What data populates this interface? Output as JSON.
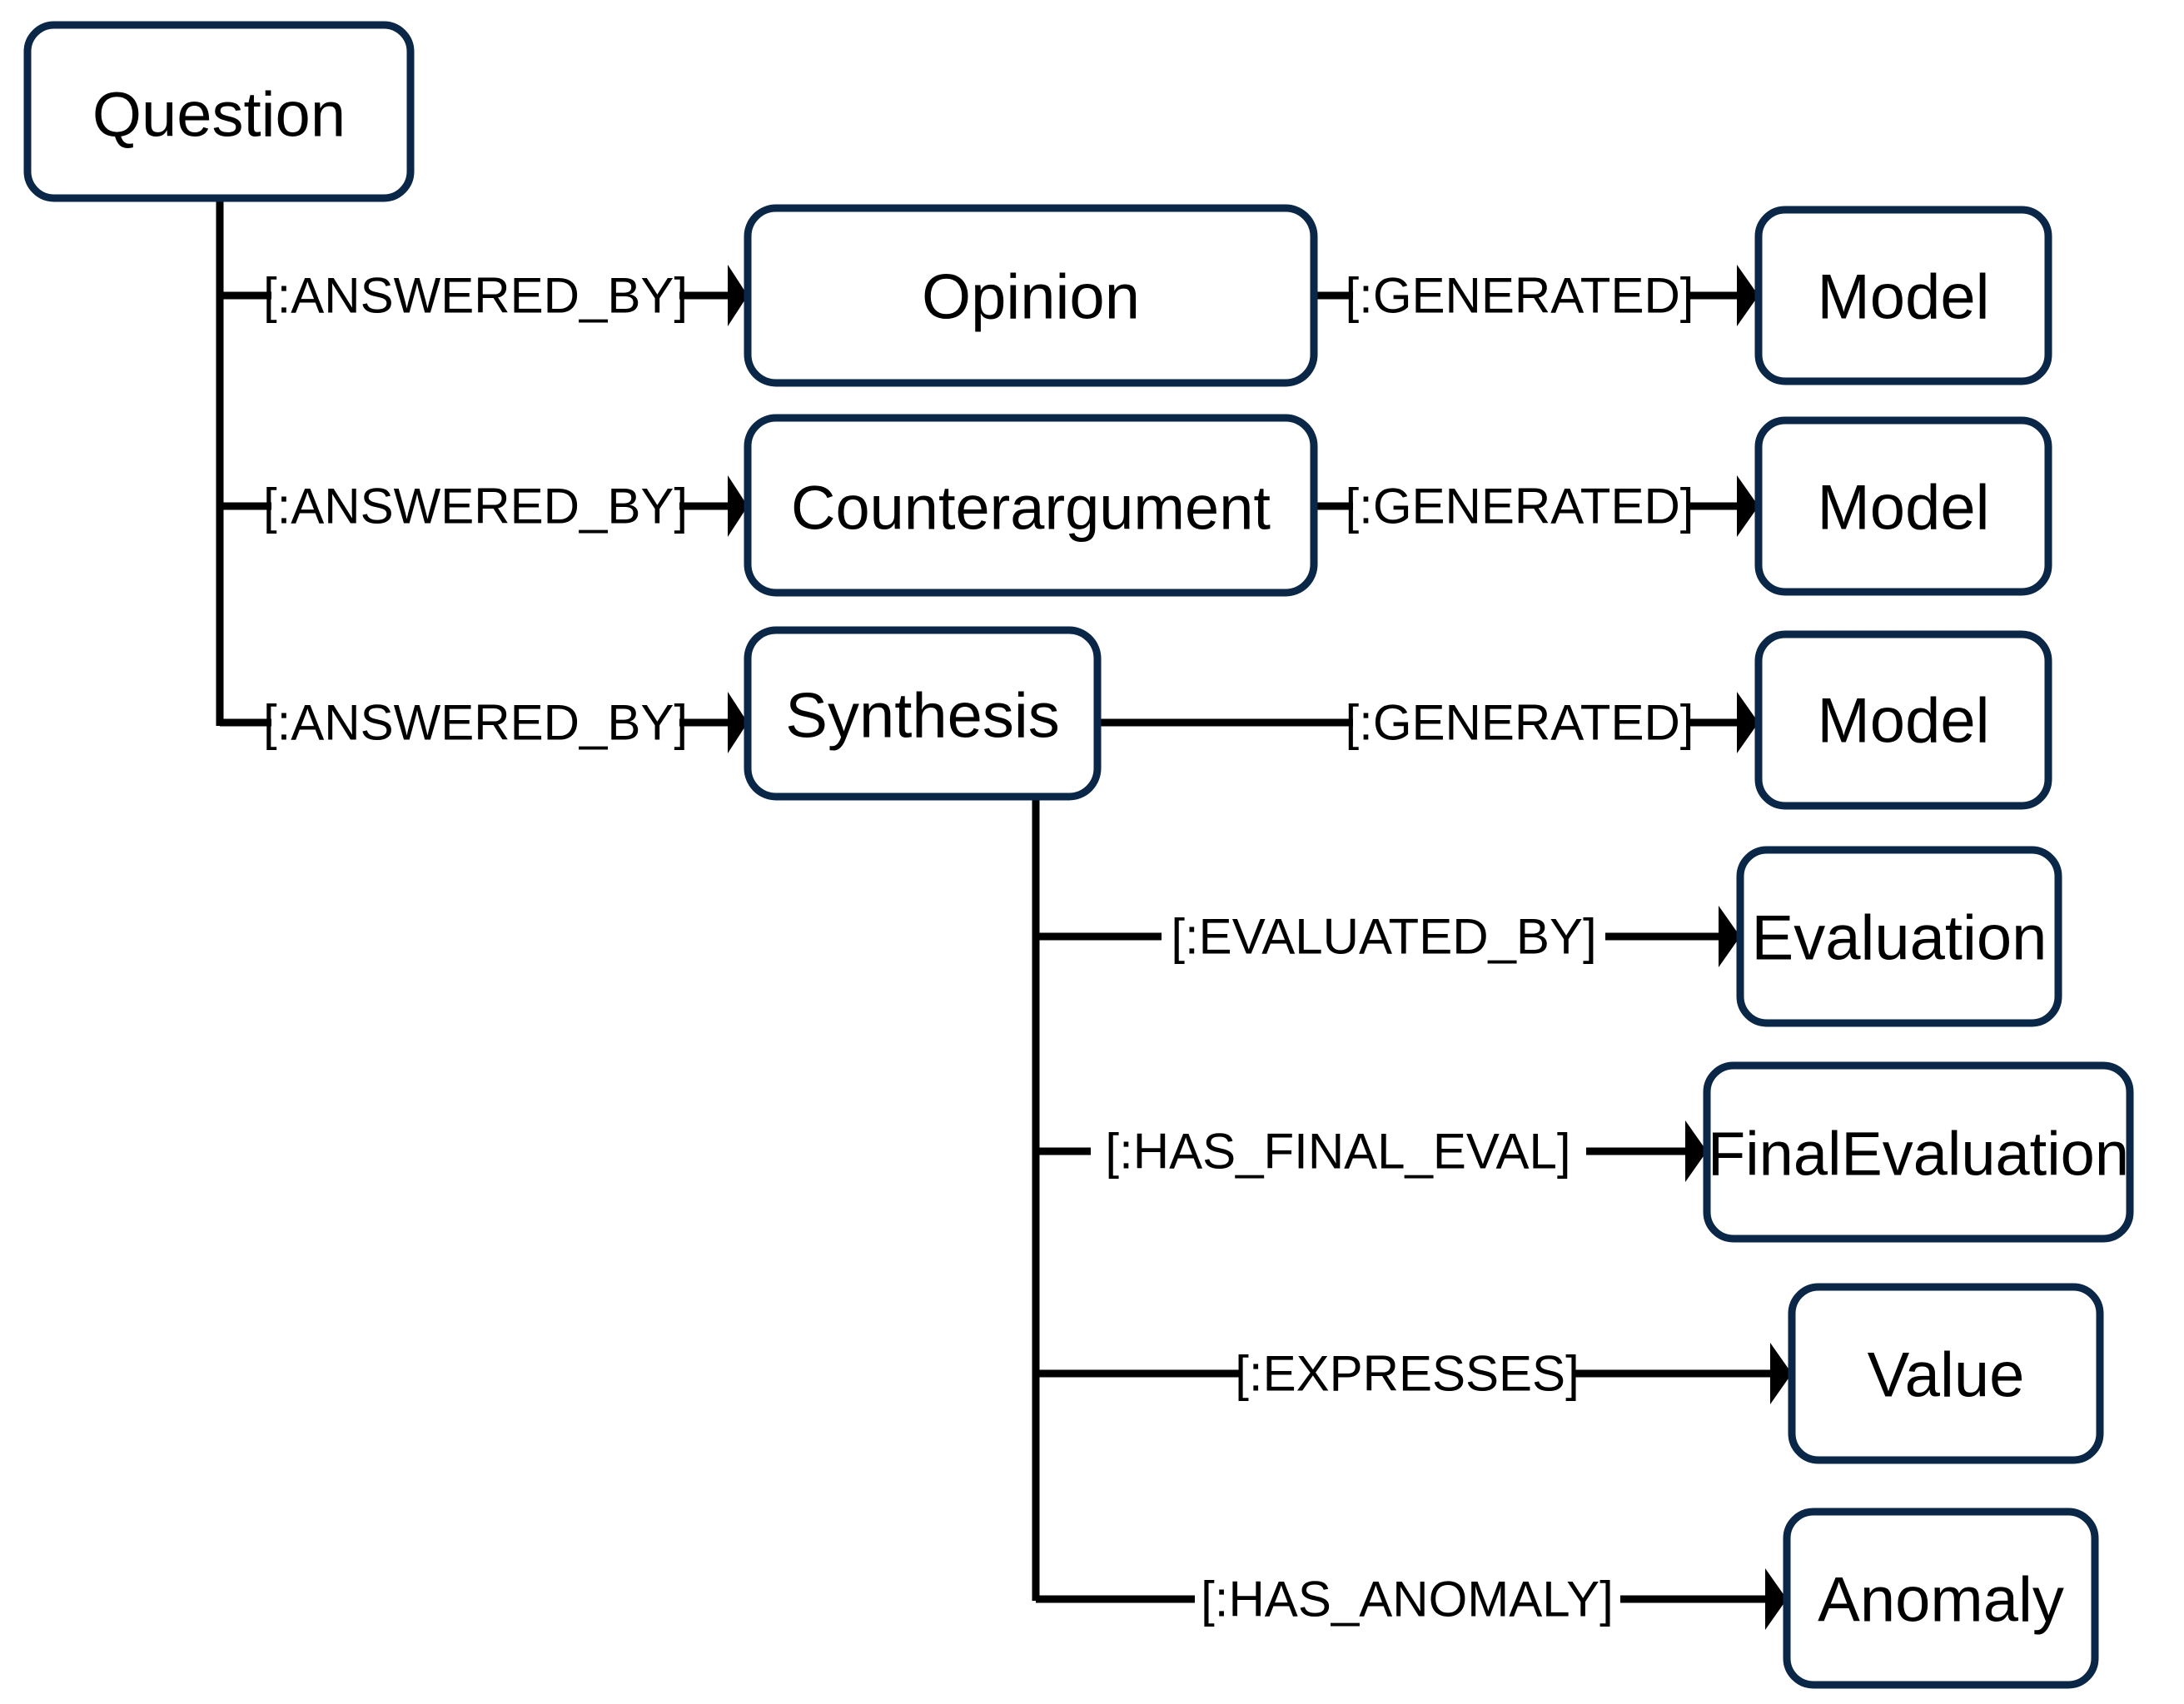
{
  "diagram": {
    "type": "graph-schema",
    "title": "Neo4j graph schema of question answering pipeline",
    "colors": {
      "node_border": "#0a2747",
      "node_fill": "#ffffff",
      "edge": "#000000",
      "label_text": "#000000",
      "background": "#ffffff"
    },
    "nodes": [
      {
        "id": "question",
        "label": "Question"
      },
      {
        "id": "opinion",
        "label": "Opinion"
      },
      {
        "id": "counterargument",
        "label": "Counterargument"
      },
      {
        "id": "synthesis",
        "label": "Synthesis"
      },
      {
        "id": "model1",
        "label": "Model"
      },
      {
        "id": "model2",
        "label": "Model"
      },
      {
        "id": "model3",
        "label": "Model"
      },
      {
        "id": "evaluation",
        "label": "Evaluation"
      },
      {
        "id": "finalevaluation",
        "label": "FinalEvaluation"
      },
      {
        "id": "value",
        "label": "Value"
      },
      {
        "id": "anomaly",
        "label": "Anomaly"
      }
    ],
    "edges": [
      {
        "id": "e1",
        "from": "question",
        "to": "opinion",
        "label": "[:ANSWERED_BY]"
      },
      {
        "id": "e2",
        "from": "question",
        "to": "counterargument",
        "label": "[:ANSWERED_BY]"
      },
      {
        "id": "e3",
        "from": "question",
        "to": "synthesis",
        "label": "[:ANSWERED_BY]"
      },
      {
        "id": "e4",
        "from": "opinion",
        "to": "model1",
        "label": "[:GENERATED]"
      },
      {
        "id": "e5",
        "from": "counterargument",
        "to": "model2",
        "label": "[:GENERATED]"
      },
      {
        "id": "e6",
        "from": "synthesis",
        "to": "model3",
        "label": "[:GENERATED]"
      },
      {
        "id": "e7",
        "from": "synthesis",
        "to": "evaluation",
        "label": "[:EVALUATED_BY]"
      },
      {
        "id": "e8",
        "from": "synthesis",
        "to": "finalevaluation",
        "label": "[:HAS_FINAL_EVAL]"
      },
      {
        "id": "e9",
        "from": "synthesis",
        "to": "value",
        "label": "[:EXPRESSES]"
      },
      {
        "id": "e10",
        "from": "synthesis",
        "to": "anomaly",
        "label": "[:HAS_ANOMALY]"
      }
    ]
  }
}
